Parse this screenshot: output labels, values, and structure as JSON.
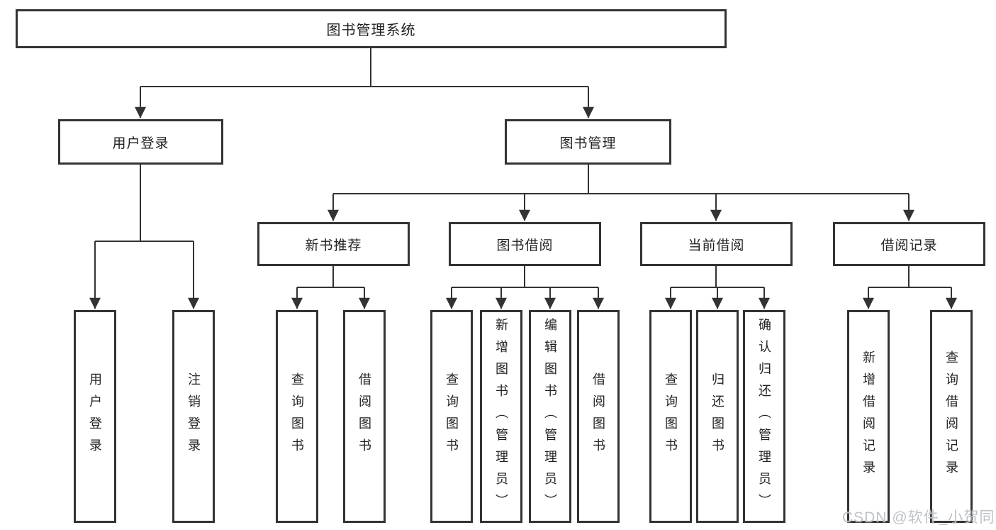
{
  "tree": {
    "label": "图书管理系统",
    "children": [
      {
        "label": "用户登录",
        "children": [
          {
            "label": "用户登录"
          },
          {
            "label": "注销登录"
          }
        ]
      },
      {
        "label": "图书管理",
        "children": [
          {
            "label": "新书推荐",
            "children": [
              {
                "label": "查询图书"
              },
              {
                "label": "借阅图书"
              }
            ]
          },
          {
            "label": "图书借阅",
            "children": [
              {
                "label": "查询图书"
              },
              {
                "label": "新增图书（管理员）"
              },
              {
                "label": "编辑图书（管理员）"
              },
              {
                "label": "借阅图书"
              }
            ]
          },
          {
            "label": "当前借阅",
            "children": [
              {
                "label": "查询图书"
              },
              {
                "label": "归还图书"
              },
              {
                "label": "确认归还（管理员）"
              }
            ]
          },
          {
            "label": "借阅记录",
            "children": [
              {
                "label": "新增借阅记录"
              },
              {
                "label": "查询借阅记录"
              }
            ]
          }
        ]
      }
    ]
  },
  "watermark": {
    "text": "CSDN @软件_小贺同学"
  },
  "colors": {
    "line": "#333333",
    "box_border": "#333333",
    "box_background": "#ffffff",
    "text": "#222222",
    "watermark": "#babfc4",
    "page_background": "#ffffff"
  }
}
